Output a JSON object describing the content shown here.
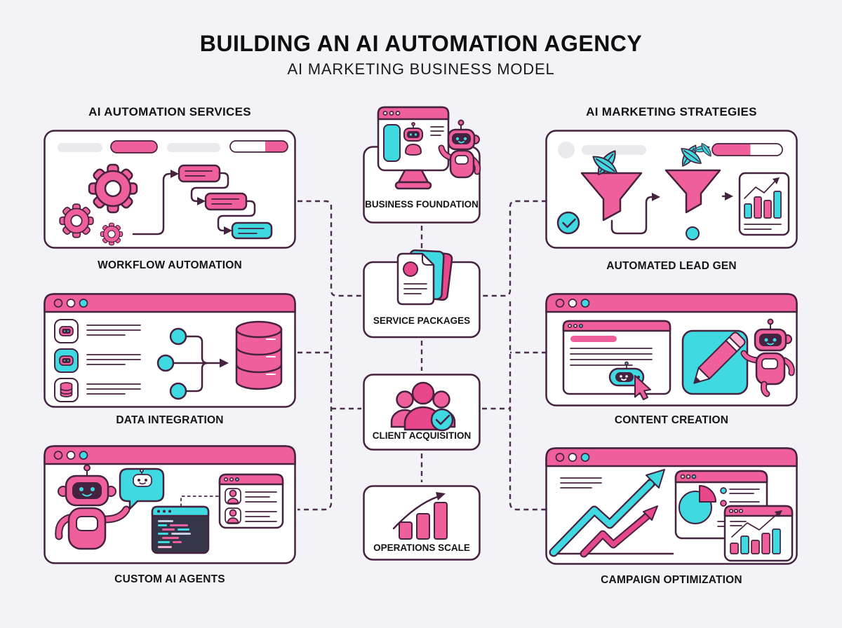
{
  "page": {
    "title": "BUILDING AN AI AUTOMATION AGENCY",
    "subtitle": "AI MARKETING BUSINESS MODEL"
  },
  "columns": {
    "left_header": "AI AUTOMATION SERVICES",
    "right_header": "AI MARKETING STRATEGIES"
  },
  "cards": {
    "workflow_automation": {
      "label": "WORKFLOW AUTOMATION"
    },
    "data_integration": {
      "label": "DATA INTEGRATION"
    },
    "custom_ai_agents": {
      "label": "CUSTOM AI AGENTS"
    },
    "business_foundation": {
      "label": "BUSINESS FOUNDATION"
    },
    "service_packages": {
      "label": "SERVICE PACKAGES"
    },
    "client_acquisition": {
      "label": "CLIENT ACQUISITION"
    },
    "operations_scale": {
      "label": "OPERATIONS SCALE"
    },
    "automated_lead_gen": {
      "label": "AUTOMATED LEAD GEN"
    },
    "content_creation": {
      "label": "CONTENT CREATION"
    },
    "campaign_optimization": {
      "label": "CAMPAIGN OPTIMIZATION"
    }
  },
  "colors": {
    "pink": "#ee5f9b",
    "pink_deep": "#e8478b",
    "pink_light": "#f8afcb",
    "cyan": "#3fd9e2",
    "outline": "#45223f",
    "dash": "#4a2d4a",
    "bg": "#f2f2f7",
    "gray": "#e9e9ee",
    "code_bg": "#363649",
    "lav": "#c9cde2",
    "text": "#141414"
  }
}
